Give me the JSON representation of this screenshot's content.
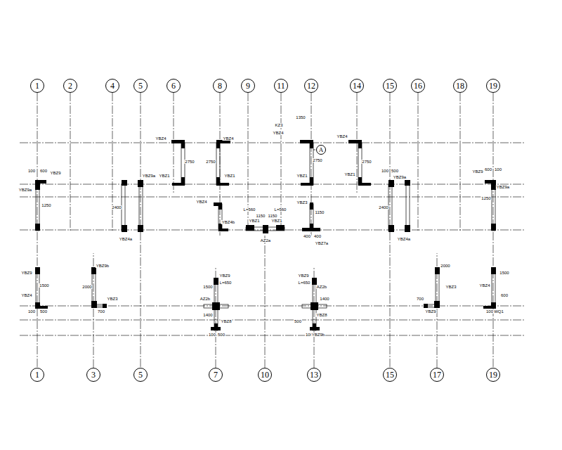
{
  "diagram": {
    "nodes": [
      {
        "text": [
          "1"
        ]
      },
      {
        "text": [
          "2"
        ]
      },
      {
        "text": [
          "4"
        ]
      },
      {
        "text": [
          "5"
        ]
      },
      {
        "text": [
          "6"
        ]
      },
      {
        "text": [
          "8"
        ]
      },
      {
        "text": [
          "9"
        ]
      },
      {
        "text": [
          "11"
        ]
      },
      {
        "text": [
          "12"
        ]
      },
      {
        "text": [
          "14"
        ]
      },
      {
        "text": [
          "15"
        ]
      },
      {
        "text": [
          "16"
        ]
      },
      {
        "text": [
          "18"
        ]
      },
      {
        "text": [
          "19"
        ]
      },
      {
        "text": [
          "A"
        ]
      },
      {
        "text": [
          "1"
        ]
      },
      {
        "text": [
          "3"
        ]
      },
      {
        "text": [
          "5"
        ]
      },
      {
        "text": [
          "7"
        ]
      },
      {
        "text": [
          "10"
        ]
      },
      {
        "text": [
          "13"
        ]
      },
      {
        "text": [
          "15"
        ]
      },
      {
        "text": [
          "17"
        ]
      },
      {
        "text": [
          "19"
        ]
      }
    ],
    "edges": [
      {
        "from": 0,
        "to": 15,
        "arrow": "none"
      },
      {
        "from": 3,
        "to": 17,
        "arrow": "none"
      },
      {
        "from": 10,
        "to": 21,
        "arrow": "none"
      },
      {
        "from": 13,
        "to": 23,
        "arrow": "none"
      }
    ],
    "labels": [
      "YBZ4",
      "YBZ4",
      "KZ3",
      "1350",
      "YBZ4",
      "YBZ4",
      "2750",
      "2750",
      "2750",
      "2750",
      "YBZ1",
      "YBZ9a",
      "YBZ1",
      "YBZ1",
      "YBZ1",
      "100",
      "600",
      "YBZ9",
      "YBZ9a",
      "1250",
      "2400",
      "YBZ4a",
      "YBZ4",
      "YBZ4b",
      "L=560",
      "1150",
      "1150",
      "L=560",
      "YBZ1",
      "YBZ1",
      "AZ2a",
      "YBZ3",
      "1150",
      "400",
      "400",
      "YBZ7a",
      "100",
      "500",
      "YBZ9a",
      "2400",
      "YBZ4a",
      "YBZ9",
      "600",
      "100",
      "1250",
      "YBZ9a",
      "YBZ9",
      "1500",
      "YBZ4",
      "100",
      "500",
      "YBZ9b",
      "2000",
      "YBZ3",
      "700",
      "YBZ9",
      "L=650",
      "1500",
      "AZ2b",
      "1400",
      "YBZ8",
      "100",
      "500",
      "YBZ9",
      "L=650",
      "AZ2b",
      "1400",
      "YBZ8",
      "500",
      "100",
      "YBZ9b",
      "2000",
      "YBZ3",
      "700",
      "YBZ9",
      "1500",
      "YBZ4",
      "600",
      "100",
      "WQ1"
    ]
  }
}
